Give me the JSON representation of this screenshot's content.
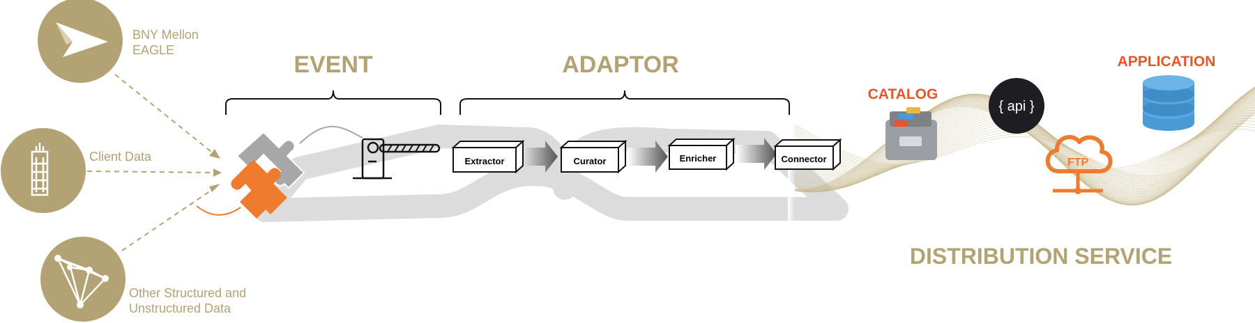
{
  "colors": {
    "gold": "#b3a273",
    "orange": "#ef7b2f",
    "orange_text": "#e8552b",
    "grey": "#a8a8a8",
    "dark": "#1d1d22",
    "blue": "#4a9ad5"
  },
  "sources": [
    {
      "label_lines": [
        "BNY Mellon",
        "EAGLE"
      ],
      "icon": "bny-logo-icon"
    },
    {
      "label_lines": [
        "Client Data"
      ],
      "icon": "building-icon"
    },
    {
      "label_lines": [
        "Other Structured and",
        "Unstructured Data"
      ],
      "icon": "network-icon"
    }
  ],
  "sections": {
    "event": "EVENT",
    "adaptor": "ADAPTOR",
    "distribution": "DISTRIBUTION SERVICE"
  },
  "pipeline": [
    "Extractor",
    "Curator",
    "Enricher",
    "Connector"
  ],
  "outputs": {
    "catalog": "CATALOG",
    "application": "APPLICATION",
    "api": "{ api }",
    "ftp": "FTP"
  }
}
